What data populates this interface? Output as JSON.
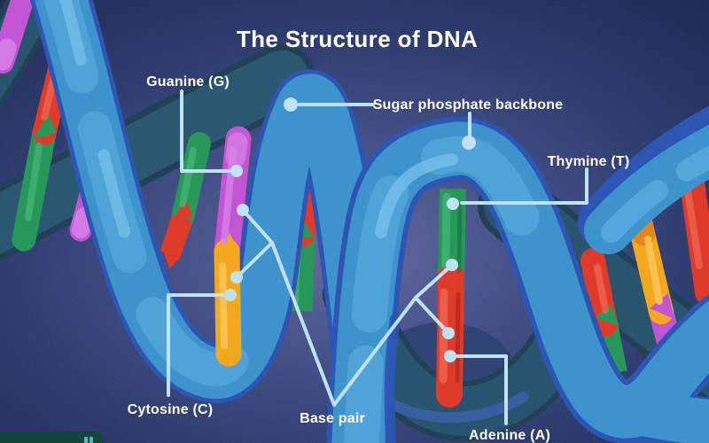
{
  "title": "The Structure of DNA",
  "labels": {
    "guanine": "Guanine (G)",
    "sugar_phosphate_backbone": "Sugar phosphate backbone",
    "thymine": "Thymine (T)",
    "cytosine": "Cytosine (C)",
    "base_pair": "Base pair",
    "adenine": "Adenine (A)"
  },
  "colors": {
    "background_navy": "#16214d",
    "background_glow": "#61659b",
    "ribbon_front_blue": "#3f93cc",
    "ribbon_highlight_blue": "#7cc5ee",
    "ribbon_dark_edge_blue": "#2c55b4",
    "ribbon_back_teal": "#1f4c66",
    "base_guanine_purple": "#c155d4",
    "base_cytosine_yellow": "#f3a81e",
    "base_thymine_green": "#27985a",
    "base_adenine_red": "#de3b2b",
    "callout_line_blue": "#bfe2f4",
    "label_text": "#ffffff",
    "corner_logo_green": "#15443b"
  }
}
